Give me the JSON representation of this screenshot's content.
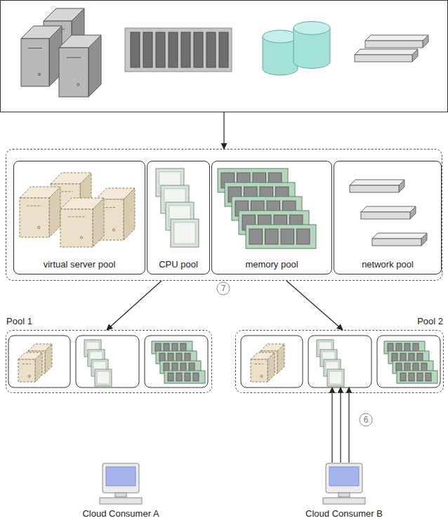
{
  "diagram": {
    "nodes": [
      {
        "text": []
      },
      {
        "text": []
      },
      {
        "text": [
          "virtual server pool"
        ],
        "in": 1
      },
      {
        "text": [
          "CPU pool"
        ],
        "in": 1
      },
      {
        "text": [
          "memory pool"
        ],
        "in": 1
      },
      {
        "text": [
          "network pool"
        ],
        "in": 1
      },
      {
        "text": [
          "Pool 1"
        ]
      },
      {
        "text": [
          "Pool 2"
        ]
      },
      {
        "text": [
          "Cloud Consumer A"
        ]
      },
      {
        "text": [
          "Cloud Consumer B"
        ]
      }
    ],
    "edges": [
      {
        "from": 0,
        "to": 1,
        "arrow": "to"
      },
      {
        "from": 1,
        "to": 6,
        "arrow": "to"
      },
      {
        "from": 1,
        "to": 7,
        "arrow": "to"
      },
      {
        "from": 9,
        "to": 7,
        "arrow": "to"
      },
      {
        "from": 9,
        "to": 7,
        "arrow": "to"
      },
      {
        "from": 9,
        "to": 7,
        "arrow": "to"
      }
    ],
    "labels": [
      "7",
      "6"
    ]
  }
}
